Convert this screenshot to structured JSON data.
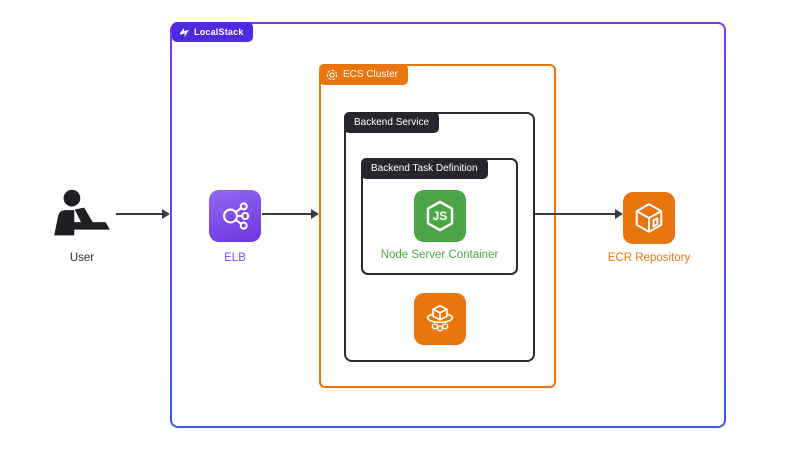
{
  "diagram": {
    "type": "aws-architecture-diagram",
    "background": "#ffffff",
    "arrow_color": "#3A3A40"
  },
  "localstack": {
    "label": "LocalStack",
    "badge_color": "#4B2ADF",
    "border_gradient_top": "#7C3AED",
    "border_gradient_bottom": "#3B5BE8",
    "logo_icon": "localstack-logo-icon"
  },
  "ecs_cluster": {
    "label": "ECS Cluster",
    "color": "#E8750E",
    "icon": "ecs-cluster-ring-icon"
  },
  "backend_service": {
    "label": "Backend Service",
    "label_bg": "#26262E",
    "border_color": "#2A2A33"
  },
  "task_definition": {
    "label": "Backend Task Definition",
    "label_bg": "#26262E",
    "border_color": "#2A2A33"
  },
  "nodes": {
    "user": {
      "label": "User",
      "icon": "user-at-laptop-icon",
      "color": "#1E1E24"
    },
    "elb": {
      "label": "ELB",
      "icon": "load-balancer-icon",
      "color": "#7B4FE8"
    },
    "node_container": {
      "label": "Node Server Container",
      "icon": "nodejs-hexagon-icon",
      "color": "#4CA647"
    },
    "ecs_service": {
      "icon": "ecs-cube-ellipse-icon",
      "color": "#E8750E"
    },
    "ecr": {
      "label": "ECR Repository",
      "icon": "ecr-cube-icon",
      "color": "#E8750E"
    }
  },
  "connections": [
    {
      "from": "user",
      "to": "localstack-border"
    },
    {
      "from": "elb",
      "to": "ecs-cluster-border"
    },
    {
      "from": "backend-service",
      "to": "ecr"
    }
  ]
}
